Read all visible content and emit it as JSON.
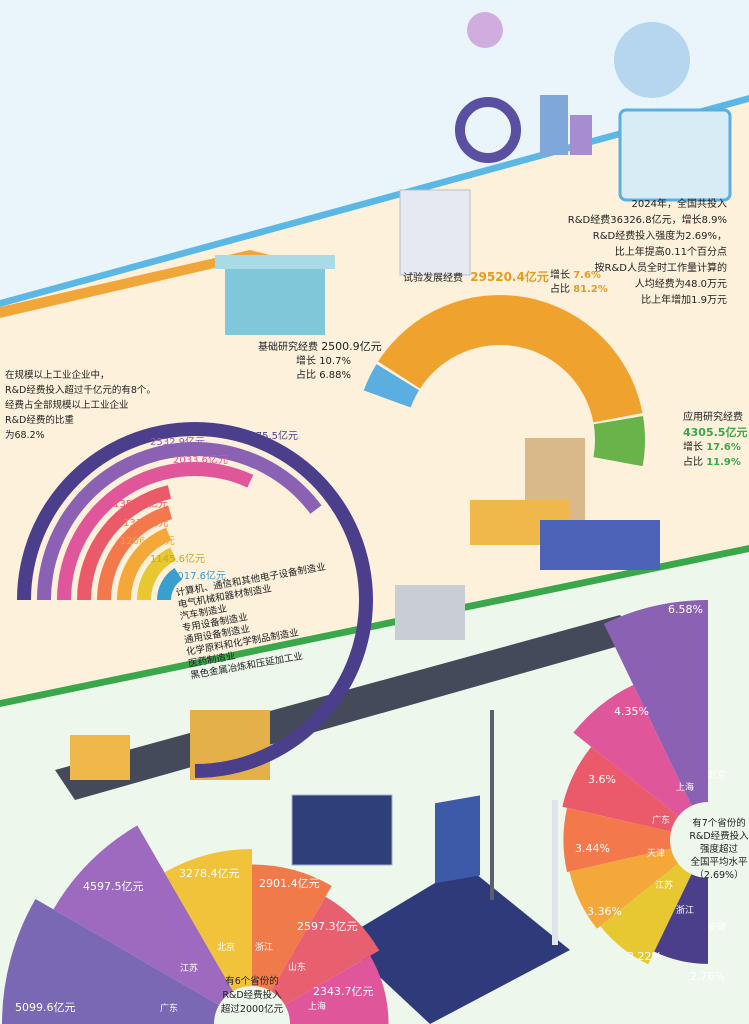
{
  "summary": {
    "lines": [
      "2024年，全国共投入",
      "R&D经费36326.8亿元，增长8.9%",
      "R&D经费投入强度为2.69%，",
      "比上年提高0.11个百分点",
      "按R&D人员全时工作量计算的",
      "人均经费为48.0万元",
      "比上年增加1.9万元"
    ]
  },
  "industry_note": {
    "lines": [
      "在规模以上工业企业中，",
      "R&D经费投入超过千亿元的有8个。",
      "经费占全部规模以上工业企业",
      "R&D经费的比重",
      "为68.2%"
    ]
  },
  "high_provinces_title": [
    "有7个省份的",
    "R&D经费投入",
    "强度超过",
    "全国平均水平",
    "（2.69%）"
  ],
  "big_provinces_title": [
    "有6个省份的",
    "R&D经费投入",
    "超过2000亿元"
  ],
  "chart_data": [
    {
      "type": "pie",
      "title": "",
      "categories": [
        "试验发展经费",
        "应用研究经费",
        "基础研究经费"
      ],
      "values": [
        29520.4,
        4305.5,
        2500.9
      ],
      "growth": [
        "7.6%",
        "17.6%",
        "10.7%"
      ],
      "share": [
        "81.2%",
        "11.9%",
        "6.88%"
      ],
      "growth_label": "增长",
      "share_label": "占比",
      "value_text": [
        "29520.4亿元",
        "4305.5亿元",
        "2500.9亿元"
      ],
      "colors": [
        "#f0a22e",
        "#6ab34a",
        "#5aaee0"
      ]
    },
    {
      "type": "bar",
      "title": "",
      "categories": [
        "计算机、通信和其他电子设备制造业",
        "电气机械和器材制造业",
        "汽车制造业",
        "专用设备制造业",
        "通用设备制造业",
        "化学原料和化学制品制造业",
        "医药制造业",
        "黑色金属冶炼和压延加工业"
      ],
      "values": [
        4775.5,
        2532.9,
        2033.6,
        1355.9,
        1312,
        1206.7,
        1145.6,
        1017.6
      ],
      "value_text": [
        "4775.5亿元",
        "2532.9亿元",
        "2033.6亿元",
        "1355.9亿元",
        "1312亿元",
        "1206.7亿元",
        "1145.6亿元",
        "1017.6亿元"
      ],
      "colors": [
        "#4b3f8c",
        "#8b61b4",
        "#e0569a",
        "#ea5a6a",
        "#f3784b",
        "#f4a83a",
        "#e8c832",
        "#3a9ecf"
      ]
    },
    {
      "type": "pie",
      "title": "",
      "categories": [
        "北京",
        "上海",
        "广东",
        "天津",
        "江苏",
        "浙江",
        "安徽"
      ],
      "values": [
        6.58,
        4.35,
        3.6,
        3.44,
        3.36,
        3.22,
        2.76
      ],
      "value_text": [
        "6.58%",
        "4.35%",
        "3.6%",
        "3.44%",
        "3.36%",
        "3.22%",
        "2.76%"
      ],
      "colors": [
        "#8b61b4",
        "#e0569a",
        "#ea5a6a",
        "#f3784b",
        "#f4a83a",
        "#e8c832",
        "#4b3f8c"
      ]
    },
    {
      "type": "pie",
      "title": "",
      "categories": [
        "广东",
        "江苏",
        "北京",
        "浙江",
        "山东",
        "上海"
      ],
      "values": [
        5099.6,
        4597.5,
        3278.4,
        2901.4,
        2597.3,
        2343.7
      ],
      "value_text": [
        "5099.6亿元",
        "4597.5亿元",
        "3278.4亿元",
        "2901.4亿元",
        "2597.3亿元",
        "2343.7亿元"
      ],
      "colors": [
        "#7a68b4",
        "#9e6ac0",
        "#f0c33a",
        "#f07a4a",
        "#e86070",
        "#e0569a"
      ]
    }
  ]
}
